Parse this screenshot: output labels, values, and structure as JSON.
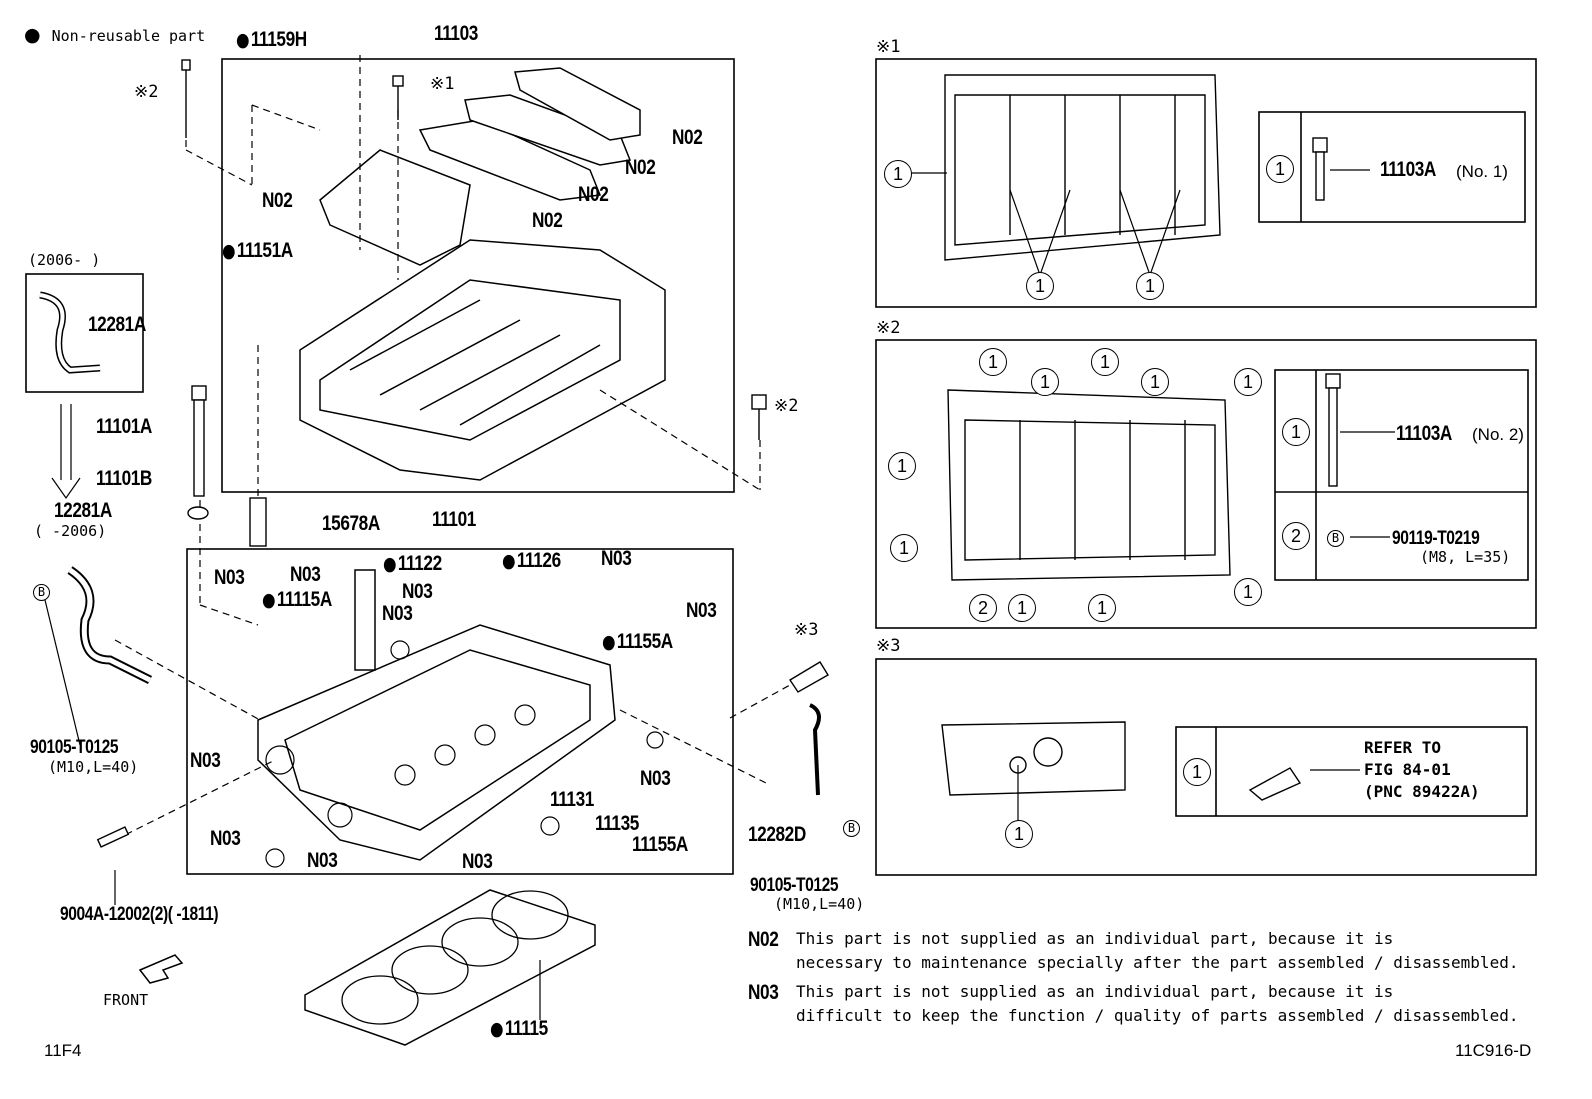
{
  "legend": {
    "non_reusable": "Non-reusable part"
  },
  "sections": {
    "s1": "※1",
    "s2": "※2",
    "s3": "※3"
  },
  "parts": {
    "p11103": "11103",
    "p11159H": "11159H",
    "p11151A": "11151A",
    "p12281A_top": "12281A",
    "p12281A_bottom": "12281A",
    "range_top": "(2006-      )",
    "range_bottom": "(      -2006)",
    "p11101A": "11101A",
    "p11101B": "11101B",
    "p15678A": "15678A",
    "p11101": "11101",
    "p11122": "11122",
    "p11126": "11126",
    "p11115A": "11115A",
    "p11155A_top": "11155A",
    "p11155A_bottom": "11155A",
    "p11131": "11131",
    "p11135": "11135",
    "p12282D": "12282D",
    "p90105_left": "90105-T0125",
    "p90105_left_spec": "(M10,L=40)",
    "p90105_right": "90105-T0125",
    "p90105_right_spec": "(M10,L=40)",
    "p9004A": "9004A-12002(2)(      -1811)",
    "p11115": "11115",
    "front": "FRONT",
    "mark_x2": "※2",
    "mark_x1": "※1",
    "mark_x3": "※3",
    "n02": "N02",
    "n03": "N03",
    "b_mark": "B"
  },
  "detail1": {
    "row1_num": "1",
    "row1_part": "11103A",
    "row1_note": "(No. 1)"
  },
  "detail2": {
    "row1_num": "1",
    "row1_part": "11103A",
    "row1_note": "(No. 2)",
    "row2_num": "2",
    "row2_part": "90119-T0219",
    "row2_spec": "(M8, L=35)"
  },
  "detail3": {
    "row1_num": "1",
    "ref_line1": "REFER TO",
    "ref_line2": "FIG 84-01",
    "ref_line3": "(PNC 89422A)"
  },
  "notes": {
    "n02_code": "N02",
    "n02_line1": "This part is not supplied as an individual part, because it is",
    "n02_line2": "necessary to maintenance specially after the part assembled / disassembled.",
    "n03_code": "N03",
    "n03_line1": "This part is not supplied as an individual part, because it is",
    "n03_line2": "difficult to keep the function / quality of parts assembled / disassembled."
  },
  "footer": {
    "left": "11F4",
    "right": "11C916-D"
  }
}
